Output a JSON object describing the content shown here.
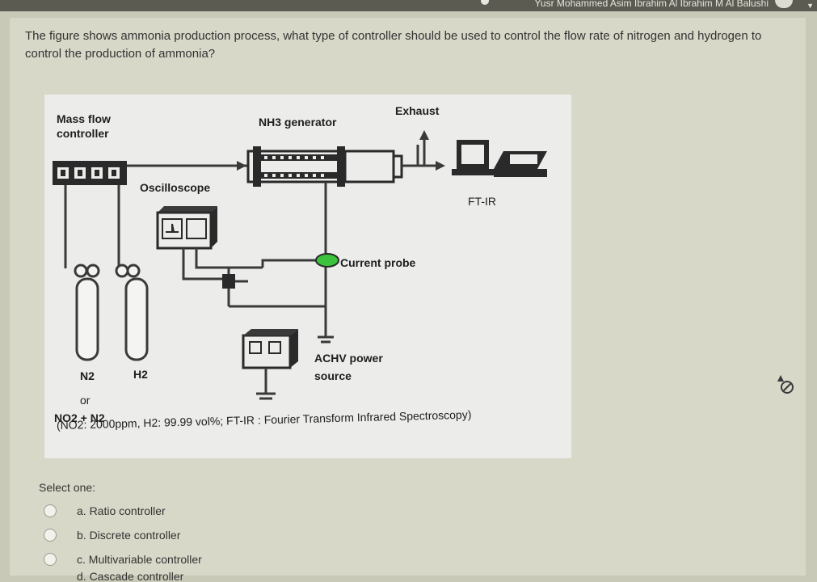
{
  "topbar": {
    "user_name": "Yusr Mohammed Asim Ibrahim Al Ibrahim M Al Balushi"
  },
  "question": {
    "text": "The figure shows ammonia production process, what type of controller should be used to control the flow rate of nitrogen and hydrogen to control the production of ammonia?"
  },
  "figure": {
    "mass_flow": "Mass flow",
    "controller": "controller",
    "nh3_generator": "NH3 generator",
    "exhaust": "Exhaust",
    "oscilloscope": "Oscilloscope",
    "ftir": "FT-IR",
    "current_probe": "Current probe",
    "achv_power": "ACHV power",
    "source": "source",
    "n2": "N2",
    "h2": "H2",
    "or": "or",
    "no2_n2": "NO2 + N2",
    "caption": "(NO2: 2000ppm, H2: 99.99 vol%; FT-IR : Fourier Transform Infrared Spectroscopy)"
  },
  "answers": {
    "prompt": "Select one:",
    "options": [
      {
        "label": "a. Ratio controller"
      },
      {
        "label": "b. Discrete controller"
      },
      {
        "label": "c. Multivariable controller"
      },
      {
        "label": "d. Cascade controller"
      }
    ]
  },
  "colors": {
    "background": "#c9c9b8",
    "card": "#d7d8c8",
    "probe_green": "#3cc23c"
  }
}
